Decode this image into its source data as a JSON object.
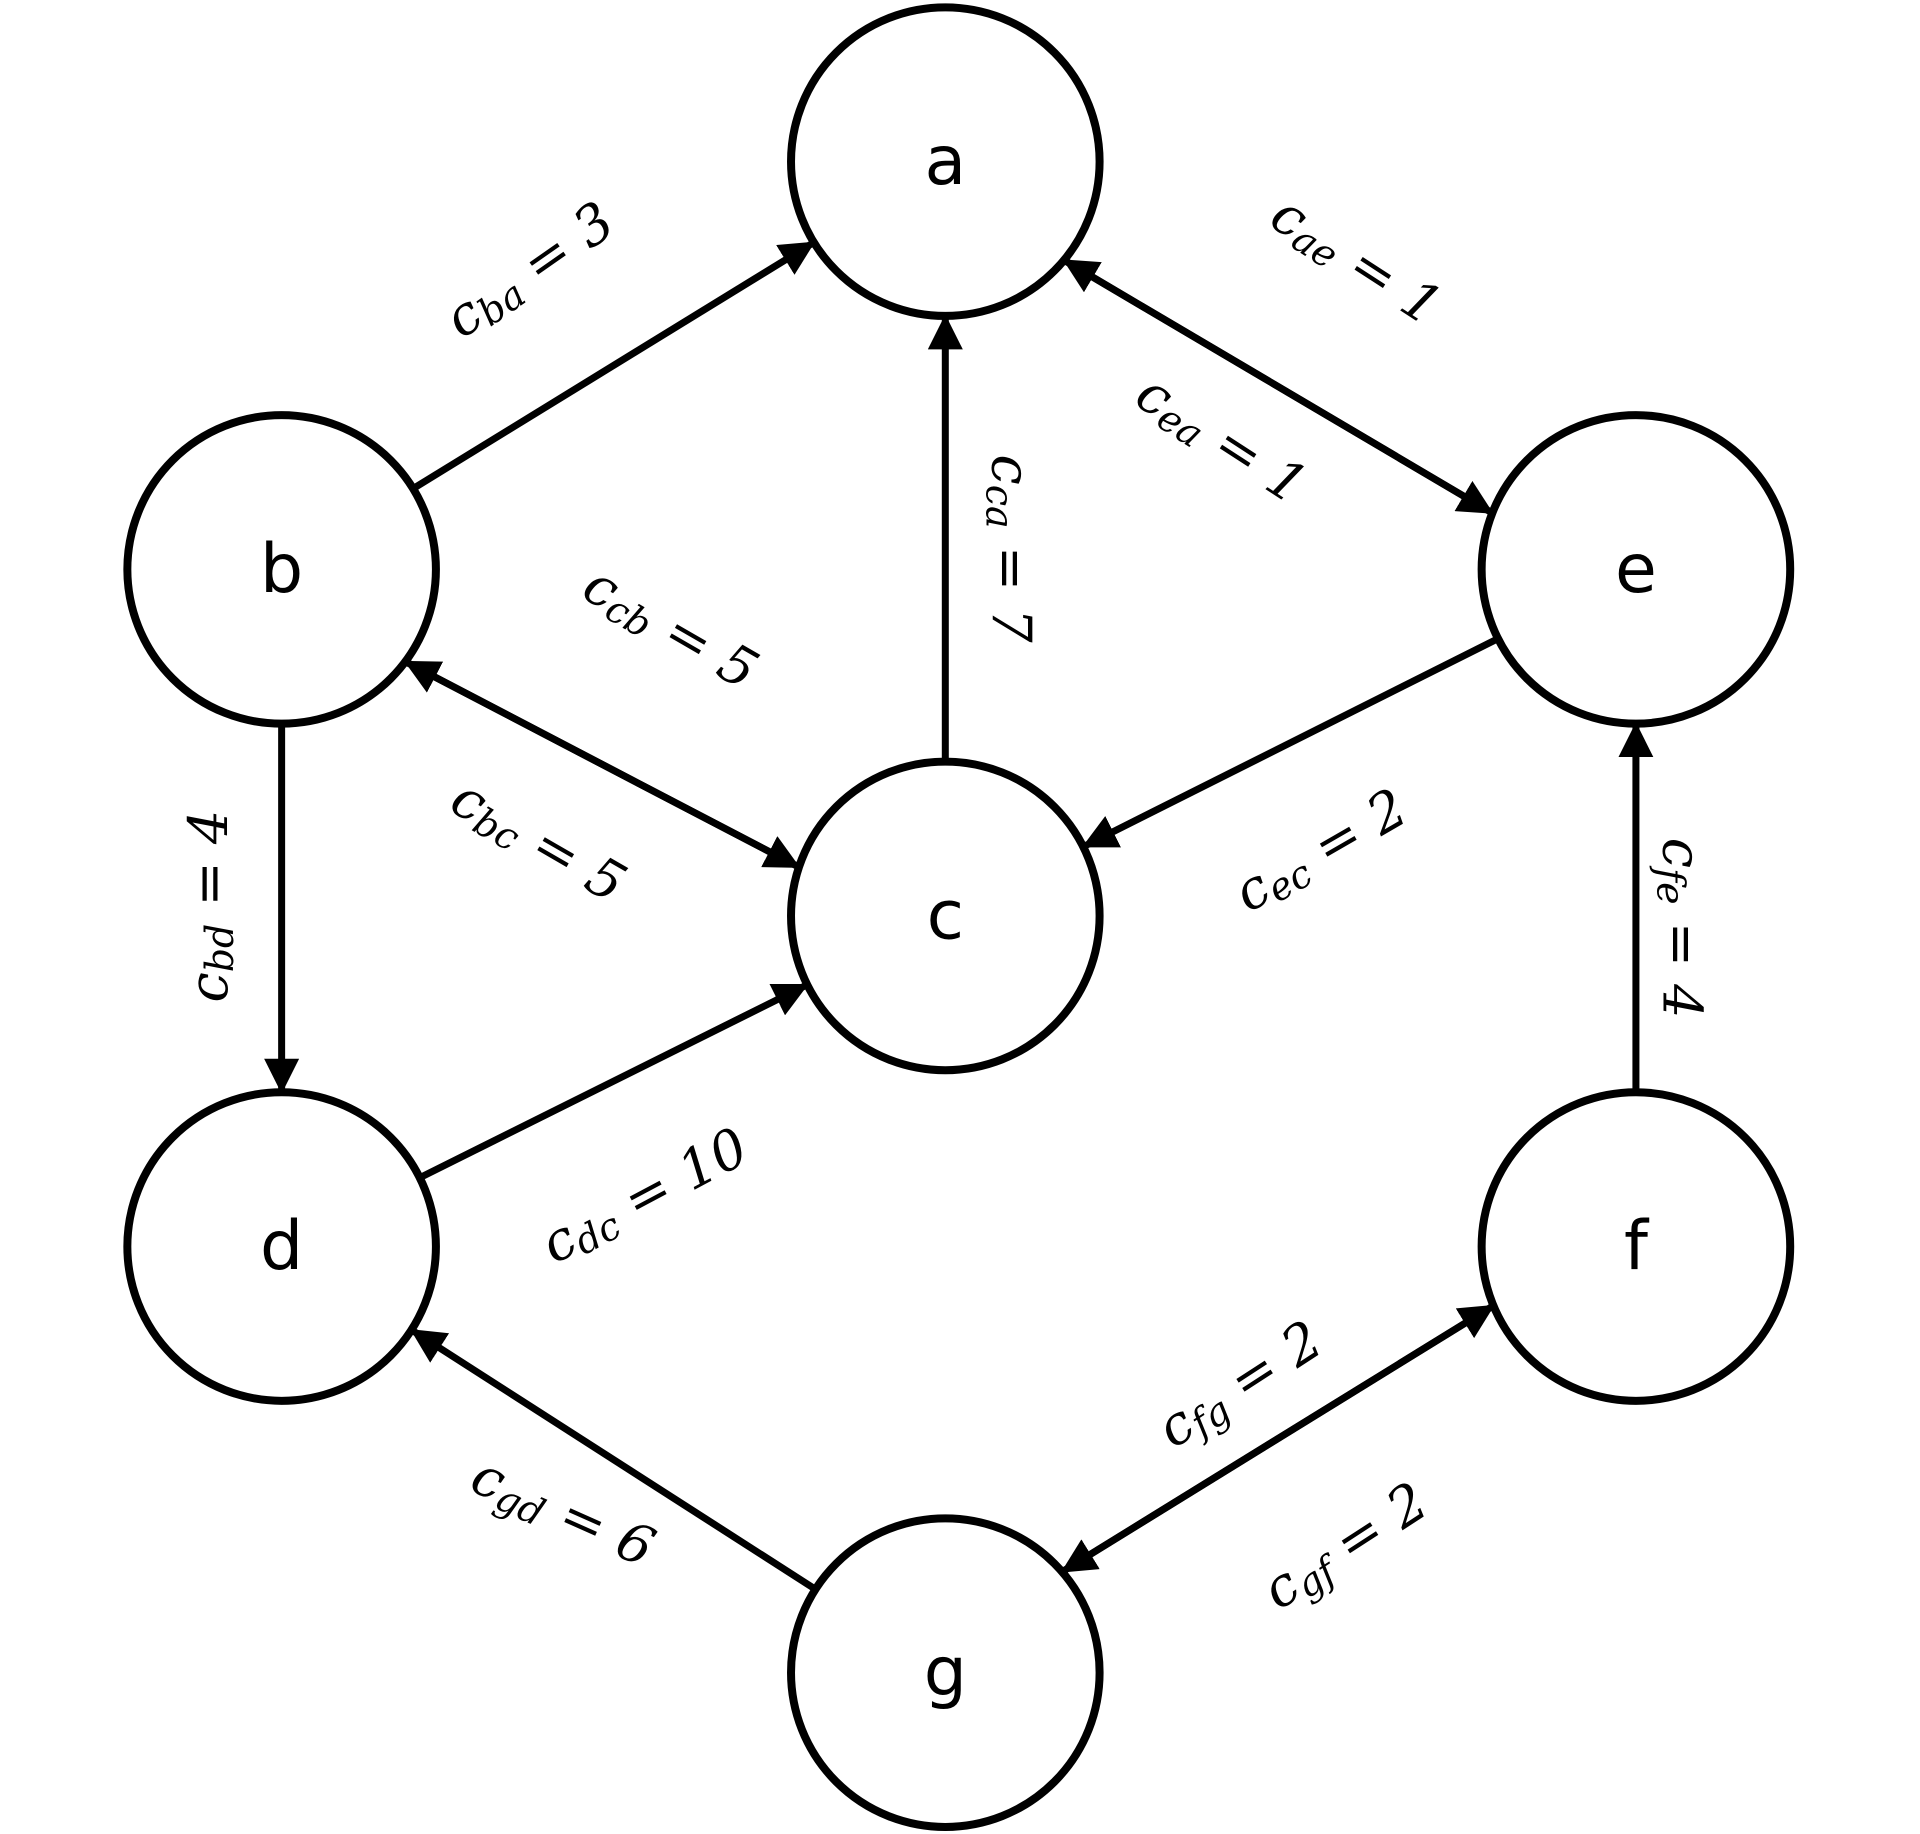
{
  "colors": {
    "stroke": "#000000",
    "background": "#ffffff"
  },
  "nodes": [
    {
      "id": "a",
      "label": "a"
    },
    {
      "id": "b",
      "label": "b"
    },
    {
      "id": "c",
      "label": "c"
    },
    {
      "id": "d",
      "label": "d"
    },
    {
      "id": "e",
      "label": "e"
    },
    {
      "id": "f",
      "label": "f"
    },
    {
      "id": "g",
      "label": "g"
    }
  ],
  "edges": [
    {
      "from": "b",
      "to": "a",
      "sym": "c",
      "sub": "ba",
      "eq": " = 3"
    },
    {
      "from": "a",
      "to": "e",
      "sym": "c",
      "sub": "ae",
      "eq": " = 1"
    },
    {
      "from": "e",
      "to": "a",
      "sym": "c",
      "sub": "ea",
      "eq": " = 1"
    },
    {
      "from": "c",
      "to": "a",
      "sym": "c",
      "sub": "ca",
      "eq": " = 7"
    },
    {
      "from": "c",
      "to": "b",
      "sym": "c",
      "sub": "cb",
      "eq": " = 5"
    },
    {
      "from": "b",
      "to": "c",
      "sym": "c",
      "sub": "bc",
      "eq": " = 5"
    },
    {
      "from": "b",
      "to": "d",
      "sym": "c",
      "sub": "bd",
      "eq": " = 4"
    },
    {
      "from": "e",
      "to": "c",
      "sym": "c",
      "sub": "ec",
      "eq": " = 2"
    },
    {
      "from": "d",
      "to": "c",
      "sym": "c",
      "sub": "dc",
      "eq": " = 10"
    },
    {
      "from": "f",
      "to": "e",
      "sym": "c",
      "sub": "fe",
      "eq": " = 4"
    },
    {
      "from": "f",
      "to": "g",
      "sym": "c",
      "sub": "fg",
      "eq": " = 2"
    },
    {
      "from": "g",
      "to": "f",
      "sym": "c",
      "sub": "gf",
      "eq": " = 2"
    },
    {
      "from": "g",
      "to": "d",
      "sym": "c",
      "sub": "gd",
      "eq": " = 6"
    }
  ]
}
